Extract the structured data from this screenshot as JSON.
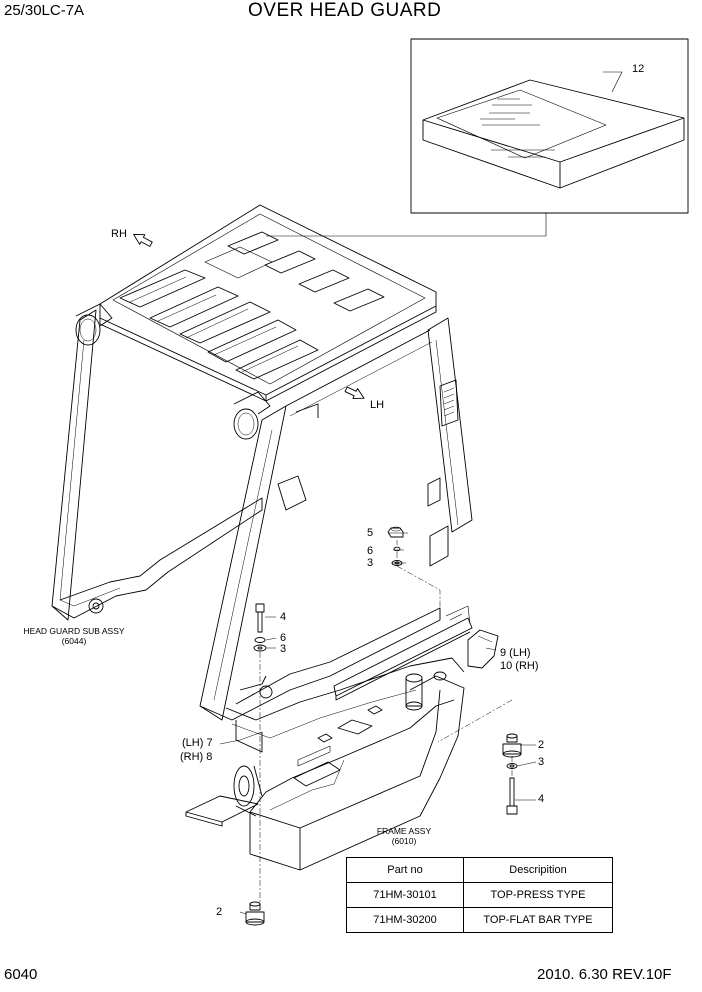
{
  "header": {
    "model": "25/30LC-7A",
    "title": "OVER HEAD GUARD"
  },
  "footer": {
    "page": "6040",
    "revision": "2010. 6.30  REV.10F"
  },
  "direction_labels": {
    "rh": "RH",
    "lh": "LH"
  },
  "callouts": {
    "c12": "12",
    "c5": "5",
    "c6a": "6",
    "c3a": "3",
    "c4a": "4",
    "c6b": "6",
    "c3b": "3",
    "c7": "(LH) 7",
    "c8": "(RH) 8",
    "c9": "9 (LH)",
    "c10": "10 (RH)",
    "c2a": "2",
    "c3c": "3",
    "c4b": "4",
    "c2b": "2"
  },
  "captions": {
    "sub_assy_name": "HEAD GUARD SUB ASSY",
    "sub_assy_ref": "(6044)",
    "frame_name": "FRAME ASSY",
    "frame_ref": "(6010)"
  },
  "parts_table": {
    "headers": [
      "Part no",
      "Descripition"
    ],
    "rows": [
      [
        "71HM-30101",
        "TOP-PRESS TYPE"
      ],
      [
        "71HM-30200",
        "TOP-FLAT BAR TYPE"
      ]
    ]
  }
}
